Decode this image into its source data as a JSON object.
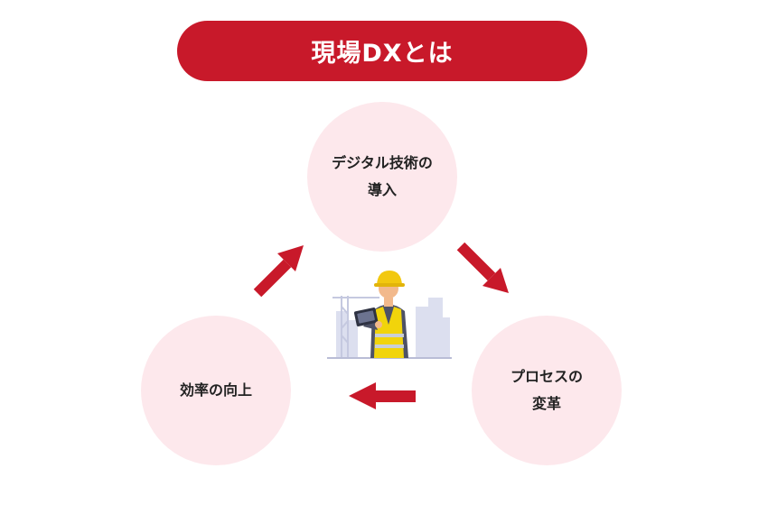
{
  "title": "現場DXとは",
  "nodes": {
    "top": {
      "line1": "デジタル技術の",
      "line2": "導入"
    },
    "right": {
      "line1": "プロセスの",
      "line2": "変革"
    },
    "left": {
      "line1": "効率の向上"
    }
  },
  "colors": {
    "accent": "#c8192a",
    "circle_fill": "#fde8ec",
    "text": "#222222"
  },
  "illustration": "construction-worker-with-tablet"
}
